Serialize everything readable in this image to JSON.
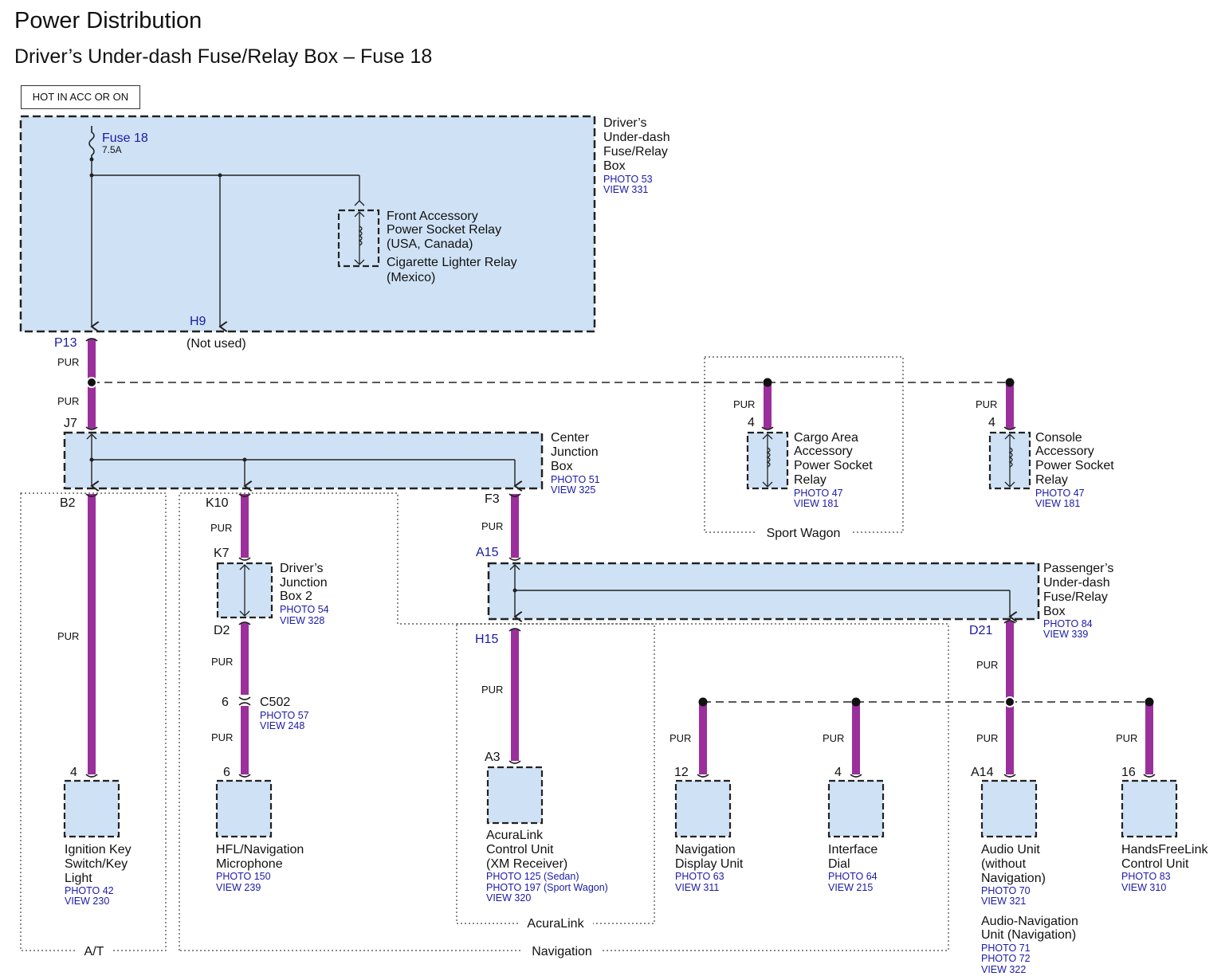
{
  "title": "Power Distribution",
  "subtitle": "Driver’s Under-dash Fuse/Relay Box – Fuse 18",
  "hot_label": "HOT IN ACC OR ON",
  "colors": {
    "wire": "#9b2f9b",
    "box_fill": "#cfe2f5",
    "ref_blue": "#1a1aa6"
  },
  "driver_box": {
    "name": [
      "Driver’s",
      "Under-dash",
      "Fuse/Relay",
      "Box"
    ],
    "photo": "PHOTO 53",
    "view": "VIEW 331",
    "fuse_name": "Fuse 18",
    "fuse_rating": "7.5A",
    "relay_text": [
      "Front Accessory",
      "Power Socket Relay",
      "(USA, Canada)",
      "Cigarette Lighter Relay",
      "(Mexico)"
    ],
    "h9": "H9",
    "h9_note": "(Not used)",
    "p13": "P13"
  },
  "wire_color_label": "PUR",
  "center_box": {
    "name": [
      "Center",
      "Junction",
      "Box"
    ],
    "photo": "PHOTO 51",
    "view": "VIEW 325",
    "j7": "J7",
    "b2": "B2",
    "k10": "K10",
    "f3": "F3"
  },
  "cargo_relay": {
    "pin": "4",
    "name": [
      "Cargo Area",
      "Accessory",
      "Power Socket",
      "Relay"
    ],
    "photo": "PHOTO 47",
    "view": "VIEW 181",
    "group": "Sport Wagon"
  },
  "console_relay": {
    "pin": "4",
    "name": [
      "Console",
      "Accessory",
      "Power Socket",
      "Relay"
    ],
    "photo": "PHOTO 47",
    "view": "VIEW 181"
  },
  "driver_jb2": {
    "k7": "K7",
    "d2": "D2",
    "name": [
      "Driver’s",
      "Junction",
      "Box 2"
    ],
    "photo": "PHOTO 54",
    "view": "VIEW 328"
  },
  "c502": {
    "pin": "6",
    "name": "C502",
    "photo": "PHOTO 57",
    "view": "VIEW 248"
  },
  "passenger_box": {
    "a15": "A15",
    "h15": "H15",
    "d21": "D21",
    "name": [
      "Passenger’s",
      "Under-dash",
      "Fuse/Relay",
      "Box"
    ],
    "photo": "PHOTO 84",
    "view": "VIEW 339"
  },
  "components": {
    "ignition": {
      "pin": "4",
      "name": [
        "Ignition Key",
        "Switch/Key",
        "Light"
      ],
      "refs": [
        "PHOTO 42",
        "VIEW 230"
      ],
      "group": "A/T"
    },
    "hfl_mic": {
      "pin": "6",
      "name": [
        "HFL/Navigation",
        "Microphone"
      ],
      "refs": [
        "PHOTO 150",
        "VIEW 239"
      ]
    },
    "acuralink": {
      "pin": "A3",
      "name": [
        "AcuraLink",
        "Control Unit",
        "(XM Receiver)"
      ],
      "refs": [
        "PHOTO 125 (Sedan)",
        "PHOTO 197 (Sport Wagon)",
        "VIEW 320"
      ],
      "group": "AcuraLink"
    },
    "nav_display": {
      "pin": "12",
      "name": [
        "Navigation",
        "Display Unit"
      ],
      "refs": [
        "PHOTO 63",
        "VIEW 311"
      ]
    },
    "interface_dial": {
      "pin": "4",
      "name": [
        "Interface",
        "Dial"
      ],
      "refs": [
        "PHOTO 64",
        "VIEW 215"
      ]
    },
    "audio_unit": {
      "pin": "A14",
      "name": [
        "Audio Unit",
        "(without",
        "Navigation)"
      ],
      "refs": [
        "PHOTO 70",
        "VIEW 321"
      ],
      "name2": [
        "Audio-Navigation",
        "Unit (Navigation)"
      ],
      "refs2": [
        "PHOTO 71",
        "PHOTO 72",
        "VIEW 322"
      ]
    },
    "hfl_unit": {
      "pin": "16",
      "name": [
        "HandsFreeLink",
        "Control Unit"
      ],
      "refs": [
        "PHOTO 83",
        "VIEW 310"
      ]
    }
  },
  "navigation_group": "Navigation"
}
